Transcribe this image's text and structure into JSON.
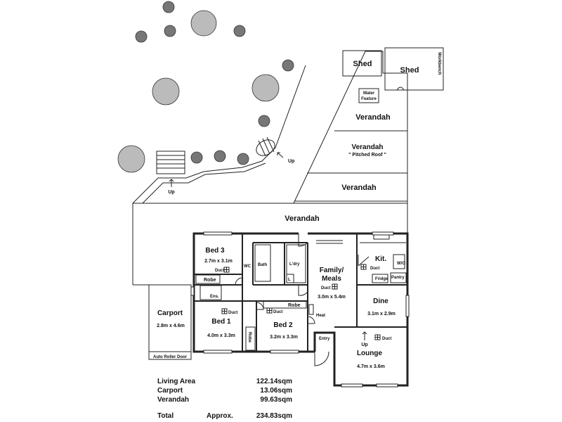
{
  "labels": {
    "shed_left": "Shed",
    "shed_right": "Shed",
    "workbench": "Workbench",
    "water_feature_1": "Water",
    "water_feature_2": "Feature",
    "verandah_1": "Verandah",
    "verandah_2": "Verandah",
    "pitched_roof": "\" Pitched Roof \"",
    "verandah_3": "Verandah",
    "verandah_main": "Verandah",
    "up_1": "Up",
    "up_2": "Up",
    "up_3": "Up",
    "bed3": "Bed 3",
    "bed3_dims": "2.7m x 3.1m",
    "duct": "Duct",
    "wc": "WC",
    "bath": "Bath",
    "ldry": "L'dry",
    "l": "L",
    "robe": "Robe",
    "ens": "Ens.",
    "family_meals_1": "Family/",
    "family_meals_2": "Meals",
    "family_dims": "3.0m x 5.4m",
    "kit": "Kit.",
    "fridge": "Fridge",
    "pantry": "Pantry",
    "wo": "W/O",
    "dine": "Dine",
    "dine_dims": "3.1m x 2.9m",
    "carport": "Carport",
    "carport_dims": "2.8m x 4.6m",
    "bed1": "Bed 1",
    "bed1_dims": "4.0m x 3.3m",
    "bed2": "Bed 2",
    "bed2_dims": "3.2m x 3.3m",
    "heat": "Heat",
    "entry": "Entry",
    "lounge": "Lounge",
    "lounge_dims": "4.7m x 3.6m",
    "auto_roller_door": "Auto Roller Door"
  },
  "areas": {
    "living_label": "Living Area",
    "living_value": "122.14sqm",
    "carport_label": "Carport",
    "carport_value": "13.06sqm",
    "verandah_label": "Verandah",
    "verandah_value": "99.63sqm",
    "total_label": "Total",
    "approx_label": "Approx.",
    "total_value": "234.83sqm"
  }
}
